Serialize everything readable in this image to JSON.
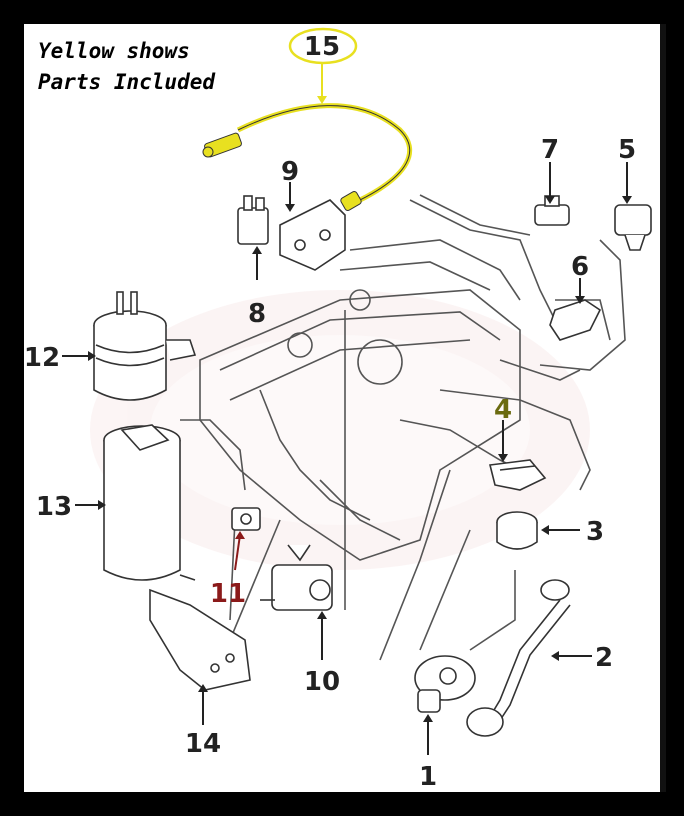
{
  "legend": {
    "line1": "Yellow shows",
    "line2": "Parts Included"
  },
  "colors": {
    "highlight": "#e8e020",
    "callout_dark": "#222222",
    "callout_red": "#8b1a1a",
    "callout_olive": "#6b6b10",
    "line": "#555555",
    "watermark": "#f2dede"
  },
  "callouts": [
    {
      "id": "1",
      "label": "1"
    },
    {
      "id": "2",
      "label": "2"
    },
    {
      "id": "3",
      "label": "3"
    },
    {
      "id": "4",
      "label": "4"
    },
    {
      "id": "5",
      "label": "5"
    },
    {
      "id": "6",
      "label": "6"
    },
    {
      "id": "7",
      "label": "7"
    },
    {
      "id": "8",
      "label": "8"
    },
    {
      "id": "9",
      "label": "9"
    },
    {
      "id": "10",
      "label": "10"
    },
    {
      "id": "11",
      "label": "11"
    },
    {
      "id": "12",
      "label": "12"
    },
    {
      "id": "13",
      "label": "13"
    },
    {
      "id": "14",
      "label": "14"
    },
    {
      "id": "15",
      "label": "15"
    }
  ]
}
